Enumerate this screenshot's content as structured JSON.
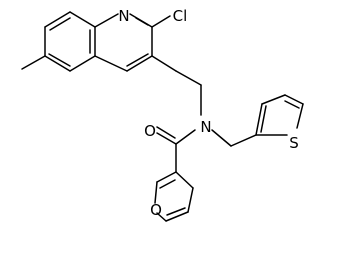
{
  "atoms": {
    "ring_nitrogen": "N",
    "chlorine": "Cl",
    "amide_nitrogen": "N",
    "carbonyl_oxygen": "O",
    "thiophene_sulfur": "S",
    "furan_oxygen": "O"
  },
  "colors": {
    "bond": "#000000",
    "label": "#000000",
    "background": "#ffffff"
  }
}
